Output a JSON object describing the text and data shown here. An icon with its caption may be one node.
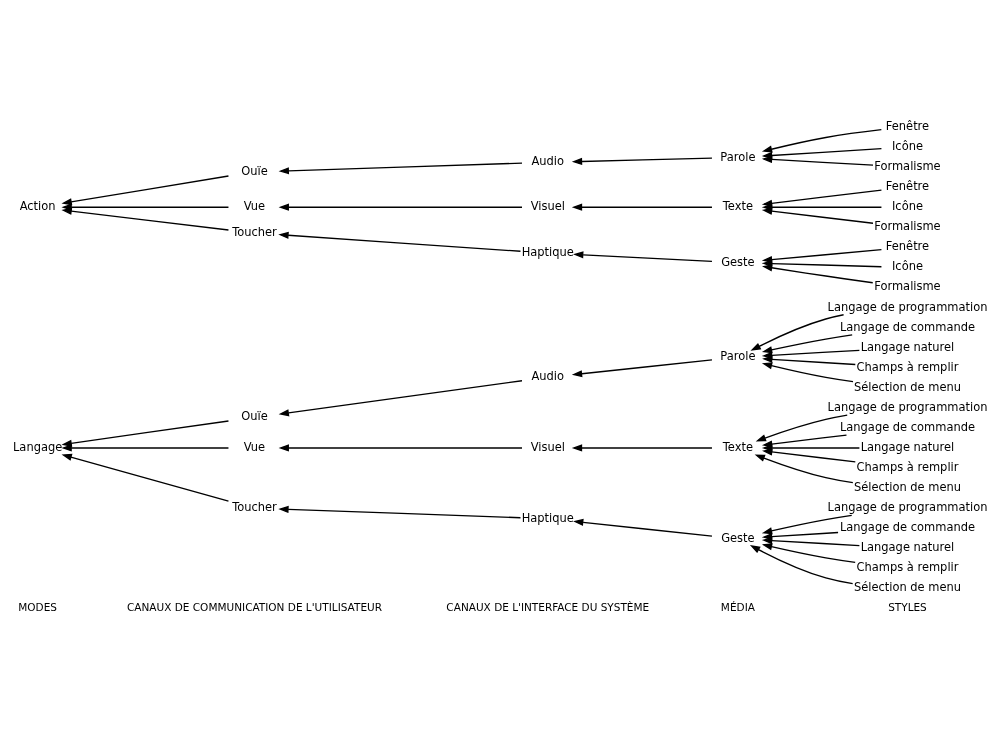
{
  "diagram": {
    "nodes": [
      {
        "text": [
          "Langage"
        ]
      },
      {
        "text": [
          "Ouïe"
        ]
      },
      {
        "text": [
          "Audio"
        ]
      },
      {
        "text": [
          "Parole"
        ]
      },
      {
        "text": [
          "Langage de programmation"
        ]
      },
      {
        "text": [
          "Langage de commande"
        ]
      },
      {
        "text": [
          "Langage naturel"
        ]
      },
      {
        "text": [
          "Champs à remplir"
        ]
      },
      {
        "text": [
          "Sélection de menu"
        ]
      },
      {
        "text": [
          "Vue"
        ]
      },
      {
        "text": [
          "Visuel"
        ]
      },
      {
        "text": [
          "Texte"
        ]
      },
      {
        "text": [
          "Langage de programmation"
        ]
      },
      {
        "text": [
          "Langage de commande"
        ]
      },
      {
        "text": [
          "Langage naturel"
        ]
      },
      {
        "text": [
          "Champs à remplir"
        ]
      },
      {
        "text": [
          "Sélection de menu"
        ]
      },
      {
        "text": [
          "Toucher"
        ]
      },
      {
        "text": [
          "Haptique"
        ]
      },
      {
        "text": [
          "Geste"
        ]
      },
      {
        "text": [
          "Langage de programmation"
        ]
      },
      {
        "text": [
          "Langage de commande"
        ]
      },
      {
        "text": [
          "Langage naturel"
        ]
      },
      {
        "text": [
          "Champs à remplir"
        ]
      },
      {
        "text": [
          "Sélection de menu"
        ]
      },
      {
        "text": [
          "Action"
        ]
      },
      {
        "text": [
          "Ouïe"
        ]
      },
      {
        "text": [
          "Audio"
        ]
      },
      {
        "text": [
          "Parole"
        ]
      },
      {
        "text": [
          "Fenêtre"
        ]
      },
      {
        "text": [
          "Icône"
        ]
      },
      {
        "text": [
          "Formalisme"
        ]
      },
      {
        "text": [
          "Vue"
        ]
      },
      {
        "text": [
          "Visuel"
        ]
      },
      {
        "text": [
          "Texte"
        ]
      },
      {
        "text": [
          "Fenêtre"
        ]
      },
      {
        "text": [
          "Icône"
        ]
      },
      {
        "text": [
          "Formalisme"
        ]
      },
      {
        "text": [
          "Toucher"
        ]
      },
      {
        "text": [
          "Haptique"
        ]
      },
      {
        "text": [
          "Geste"
        ]
      },
      {
        "text": [
          "Fenêtre"
        ]
      },
      {
        "text": [
          "Icône"
        ]
      },
      {
        "text": [
          "Formalisme"
        ]
      }
    ],
    "edges": [
      {
        "from": 1,
        "to": 0,
        "arrow": "to"
      },
      {
        "from": 2,
        "to": 1,
        "arrow": "to"
      },
      {
        "from": 3,
        "to": 2,
        "arrow": "to"
      },
      {
        "from": 4,
        "to": 3,
        "arrow": "to"
      },
      {
        "from": 5,
        "to": 3,
        "arrow": "to"
      },
      {
        "from": 6,
        "to": 3,
        "arrow": "to"
      },
      {
        "from": 7,
        "to": 3,
        "arrow": "to"
      },
      {
        "from": 8,
        "to": 3,
        "arrow": "to"
      },
      {
        "from": 9,
        "to": 0,
        "arrow": "to"
      },
      {
        "from": 10,
        "to": 9,
        "arrow": "to"
      },
      {
        "from": 11,
        "to": 10,
        "arrow": "to"
      },
      {
        "from": 12,
        "to": 11,
        "arrow": "to"
      },
      {
        "from": 13,
        "to": 11,
        "arrow": "to"
      },
      {
        "from": 14,
        "to": 11,
        "arrow": "to"
      },
      {
        "from": 15,
        "to": 11,
        "arrow": "to"
      },
      {
        "from": 16,
        "to": 11,
        "arrow": "to"
      },
      {
        "from": 17,
        "to": 0,
        "arrow": "to"
      },
      {
        "from": 18,
        "to": 17,
        "arrow": "to"
      },
      {
        "from": 19,
        "to": 18,
        "arrow": "to"
      },
      {
        "from": 20,
        "to": 19,
        "arrow": "to"
      },
      {
        "from": 21,
        "to": 19,
        "arrow": "to"
      },
      {
        "from": 22,
        "to": 19,
        "arrow": "to"
      },
      {
        "from": 23,
        "to": 19,
        "arrow": "to"
      },
      {
        "from": 24,
        "to": 19,
        "arrow": "to"
      },
      {
        "from": 26,
        "to": 25,
        "arrow": "to"
      },
      {
        "from": 27,
        "to": 26,
        "arrow": "to"
      },
      {
        "from": 28,
        "to": 27,
        "arrow": "to"
      },
      {
        "from": 29,
        "to": 28,
        "arrow": "to"
      },
      {
        "from": 30,
        "to": 28,
        "arrow": "to"
      },
      {
        "from": 31,
        "to": 28,
        "arrow": "to"
      },
      {
        "from": 32,
        "to": 25,
        "arrow": "to"
      },
      {
        "from": 33,
        "to": 32,
        "arrow": "to"
      },
      {
        "from": 34,
        "to": 33,
        "arrow": "to"
      },
      {
        "from": 35,
        "to": 34,
        "arrow": "to"
      },
      {
        "from": 36,
        "to": 34,
        "arrow": "to"
      },
      {
        "from": 37,
        "to": 34,
        "arrow": "to"
      },
      {
        "from": 38,
        "to": 25,
        "arrow": "to"
      },
      {
        "from": 39,
        "to": 38,
        "arrow": "to"
      },
      {
        "from": 40,
        "to": 39,
        "arrow": "to"
      },
      {
        "from": 41,
        "to": 40,
        "arrow": "to"
      },
      {
        "from": 42,
        "to": 40,
        "arrow": "to"
      },
      {
        "from": 43,
        "to": 40,
        "arrow": "to"
      }
    ],
    "labels": [
      "MODES",
      "CANAUX DE COMMUNICATION DE L'UTILISATEUR",
      "CANAUX DE L'INTERFACE DU SYSTÈME",
      "MÉDIA",
      "STYLES"
    ]
  }
}
